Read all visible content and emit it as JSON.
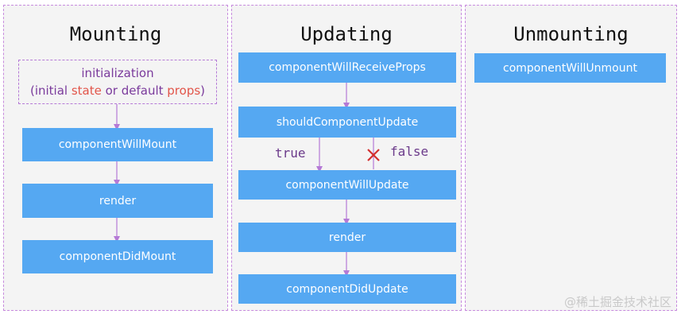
{
  "mounting": {
    "title": "Mounting",
    "init_line1": "initialization",
    "init_open": "(initial ",
    "init_state": "state",
    "init_or": " or default ",
    "init_props": "props",
    "init_close": ")",
    "steps": [
      "componentWillMount",
      "render",
      "componentDidMount"
    ]
  },
  "updating": {
    "title": "Updating",
    "steps": [
      "componentWillReceiveProps",
      "shouldComponentUpdate",
      "componentWillUpdate",
      "render",
      "componentDidUpdate"
    ],
    "true_label": "true",
    "false_label": "false"
  },
  "unmounting": {
    "title": "Unmounting",
    "steps": [
      "componentWillUnmount"
    ]
  },
  "watermark": "@稀土掘金技术社区",
  "colors": {
    "box": "#55a8f2",
    "arrow": "#b57ad6",
    "cross": "#d32f2f",
    "highlight": "#e2554a"
  }
}
